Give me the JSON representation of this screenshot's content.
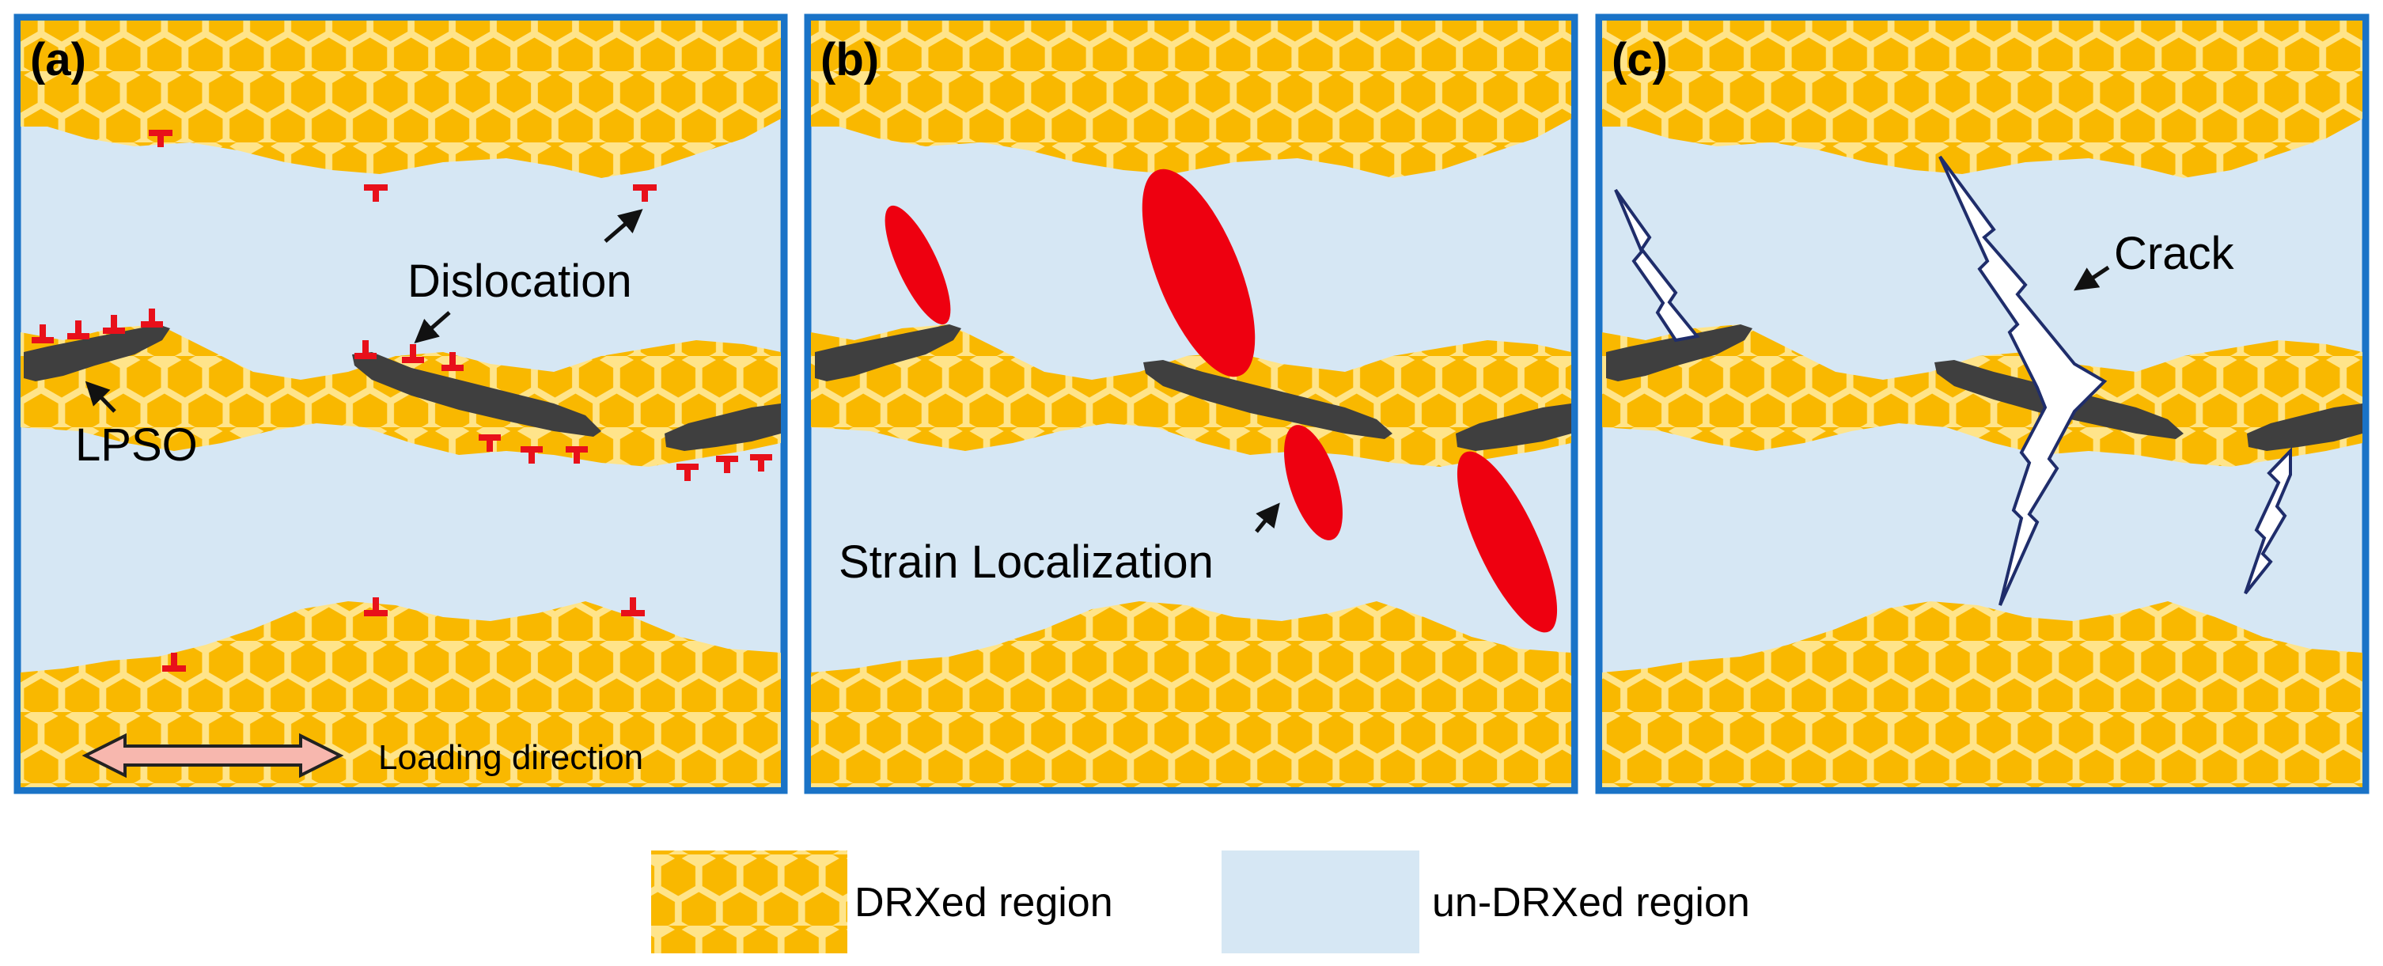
{
  "panels": [
    {
      "label": "(a)"
    },
    {
      "label": "(b)"
    },
    {
      "label": "(c)"
    }
  ],
  "annotations": {
    "dislocation": "Dislocation",
    "lpso": "LPSO",
    "loading_direction": "Loading direction",
    "strain_localization": "Strain Localization",
    "crack": "Crack"
  },
  "legend": {
    "drxed": "DRXed region",
    "undrxed": "un-DRXed region"
  },
  "colors": {
    "frame_border": "#1a73c7",
    "undrxed_background": "#d6e7f4",
    "drxed_grain": "#f9b800",
    "drxed_grain_edge": "#ffe48a",
    "lpso_phase": "#3f3f3f",
    "dislocation_symbol": "#e8101a",
    "strain_localization": "#ee0010",
    "crack_fill": "#ffffff",
    "crack_outline": "#1f2d6b",
    "loading_arrow_fill": "#f7b7ae",
    "loading_arrow_outline": "#222222"
  }
}
